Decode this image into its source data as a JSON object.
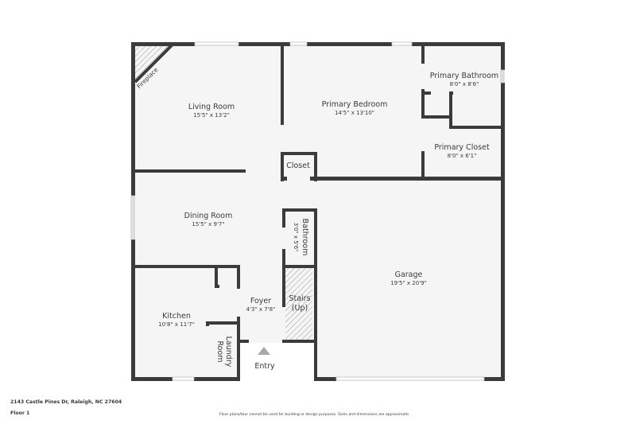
{
  "floor_plan": {
    "address": "2143 Castle Pines Dr, Raleigh, NC 27604",
    "floor": "Floor 1",
    "disclaimer": "Floor plans/tour cannot be used for building or design purposes. Sizes and dimensions are approximate.",
    "rooms": {
      "living": {
        "name": "Living Room",
        "dim": "15'5\" x 13'2\""
      },
      "bedroom": {
        "name": "Primary Bedroom",
        "dim": "14'5\" x 13'10\""
      },
      "pbath": {
        "name": "Primary Bathroom",
        "dim": "8'0\" x 8'6\""
      },
      "pcloset": {
        "name": "Primary Closet",
        "dim": "8'0\" x 6'1\""
      },
      "closet": {
        "name": "Closet"
      },
      "dining": {
        "name": "Dining Room",
        "dim": "15'5\" x 9'7\""
      },
      "bathroom": {
        "name": "Bathroom",
        "dim": "3'0\" x 5'6\""
      },
      "garage": {
        "name": "Garage",
        "dim": "19'5\" x 20'9\""
      },
      "kitchen": {
        "name": "Kitchen",
        "dim": "10'8\" x 11'7\""
      },
      "foyer": {
        "name": "Foyer",
        "dim": "4'3\" x 7'8\""
      },
      "stairs": {
        "name": "Stairs",
        "sub": "(Up)"
      },
      "laundry": {
        "name": "Laundry",
        "sub": "Room"
      },
      "fireplace": {
        "name": "Fireplace"
      },
      "entry": {
        "name": "Entry"
      }
    },
    "colors": {
      "wall": "#3b3b3b",
      "floor": "#f5f5f5",
      "text": "#3a3a3a",
      "entry_arrow": "#a9a9a9"
    }
  }
}
